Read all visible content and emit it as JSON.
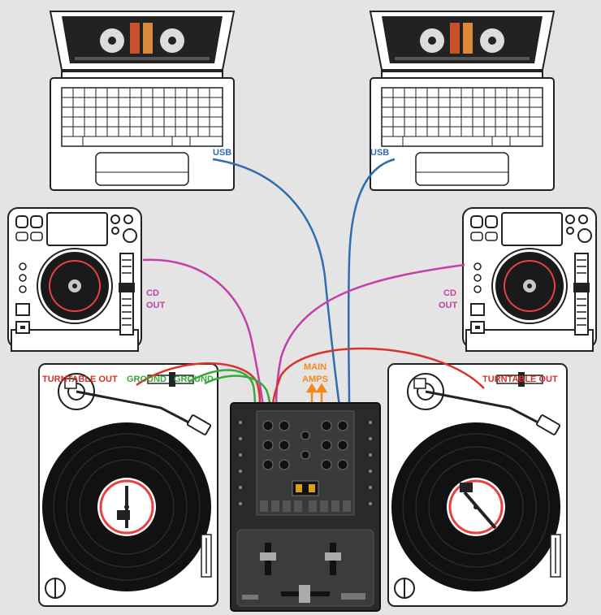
{
  "labels": {
    "usb_left": "USB",
    "usb_right": "USB",
    "cd_out_left_1": "CD",
    "cd_out_left_2": "OUT",
    "cd_out_right_1": "CD",
    "cd_out_right_2": "OUT",
    "turntable_out_left": "TURNTABLE OUT",
    "ground_1": "GROUND",
    "ground_2": "GROUND",
    "turntable_out_right": "TURNTABLE OUT",
    "main_amps_1": "MAIN",
    "main_amps_2": "AMPS"
  },
  "colors": {
    "usb": "#2f6db0",
    "cd_out": "#c43fa8",
    "turntable_out": "#d8322b",
    "ground": "#3aa83a",
    "main_amps": "#f08a1c",
    "background": "#e4e4e4"
  }
}
